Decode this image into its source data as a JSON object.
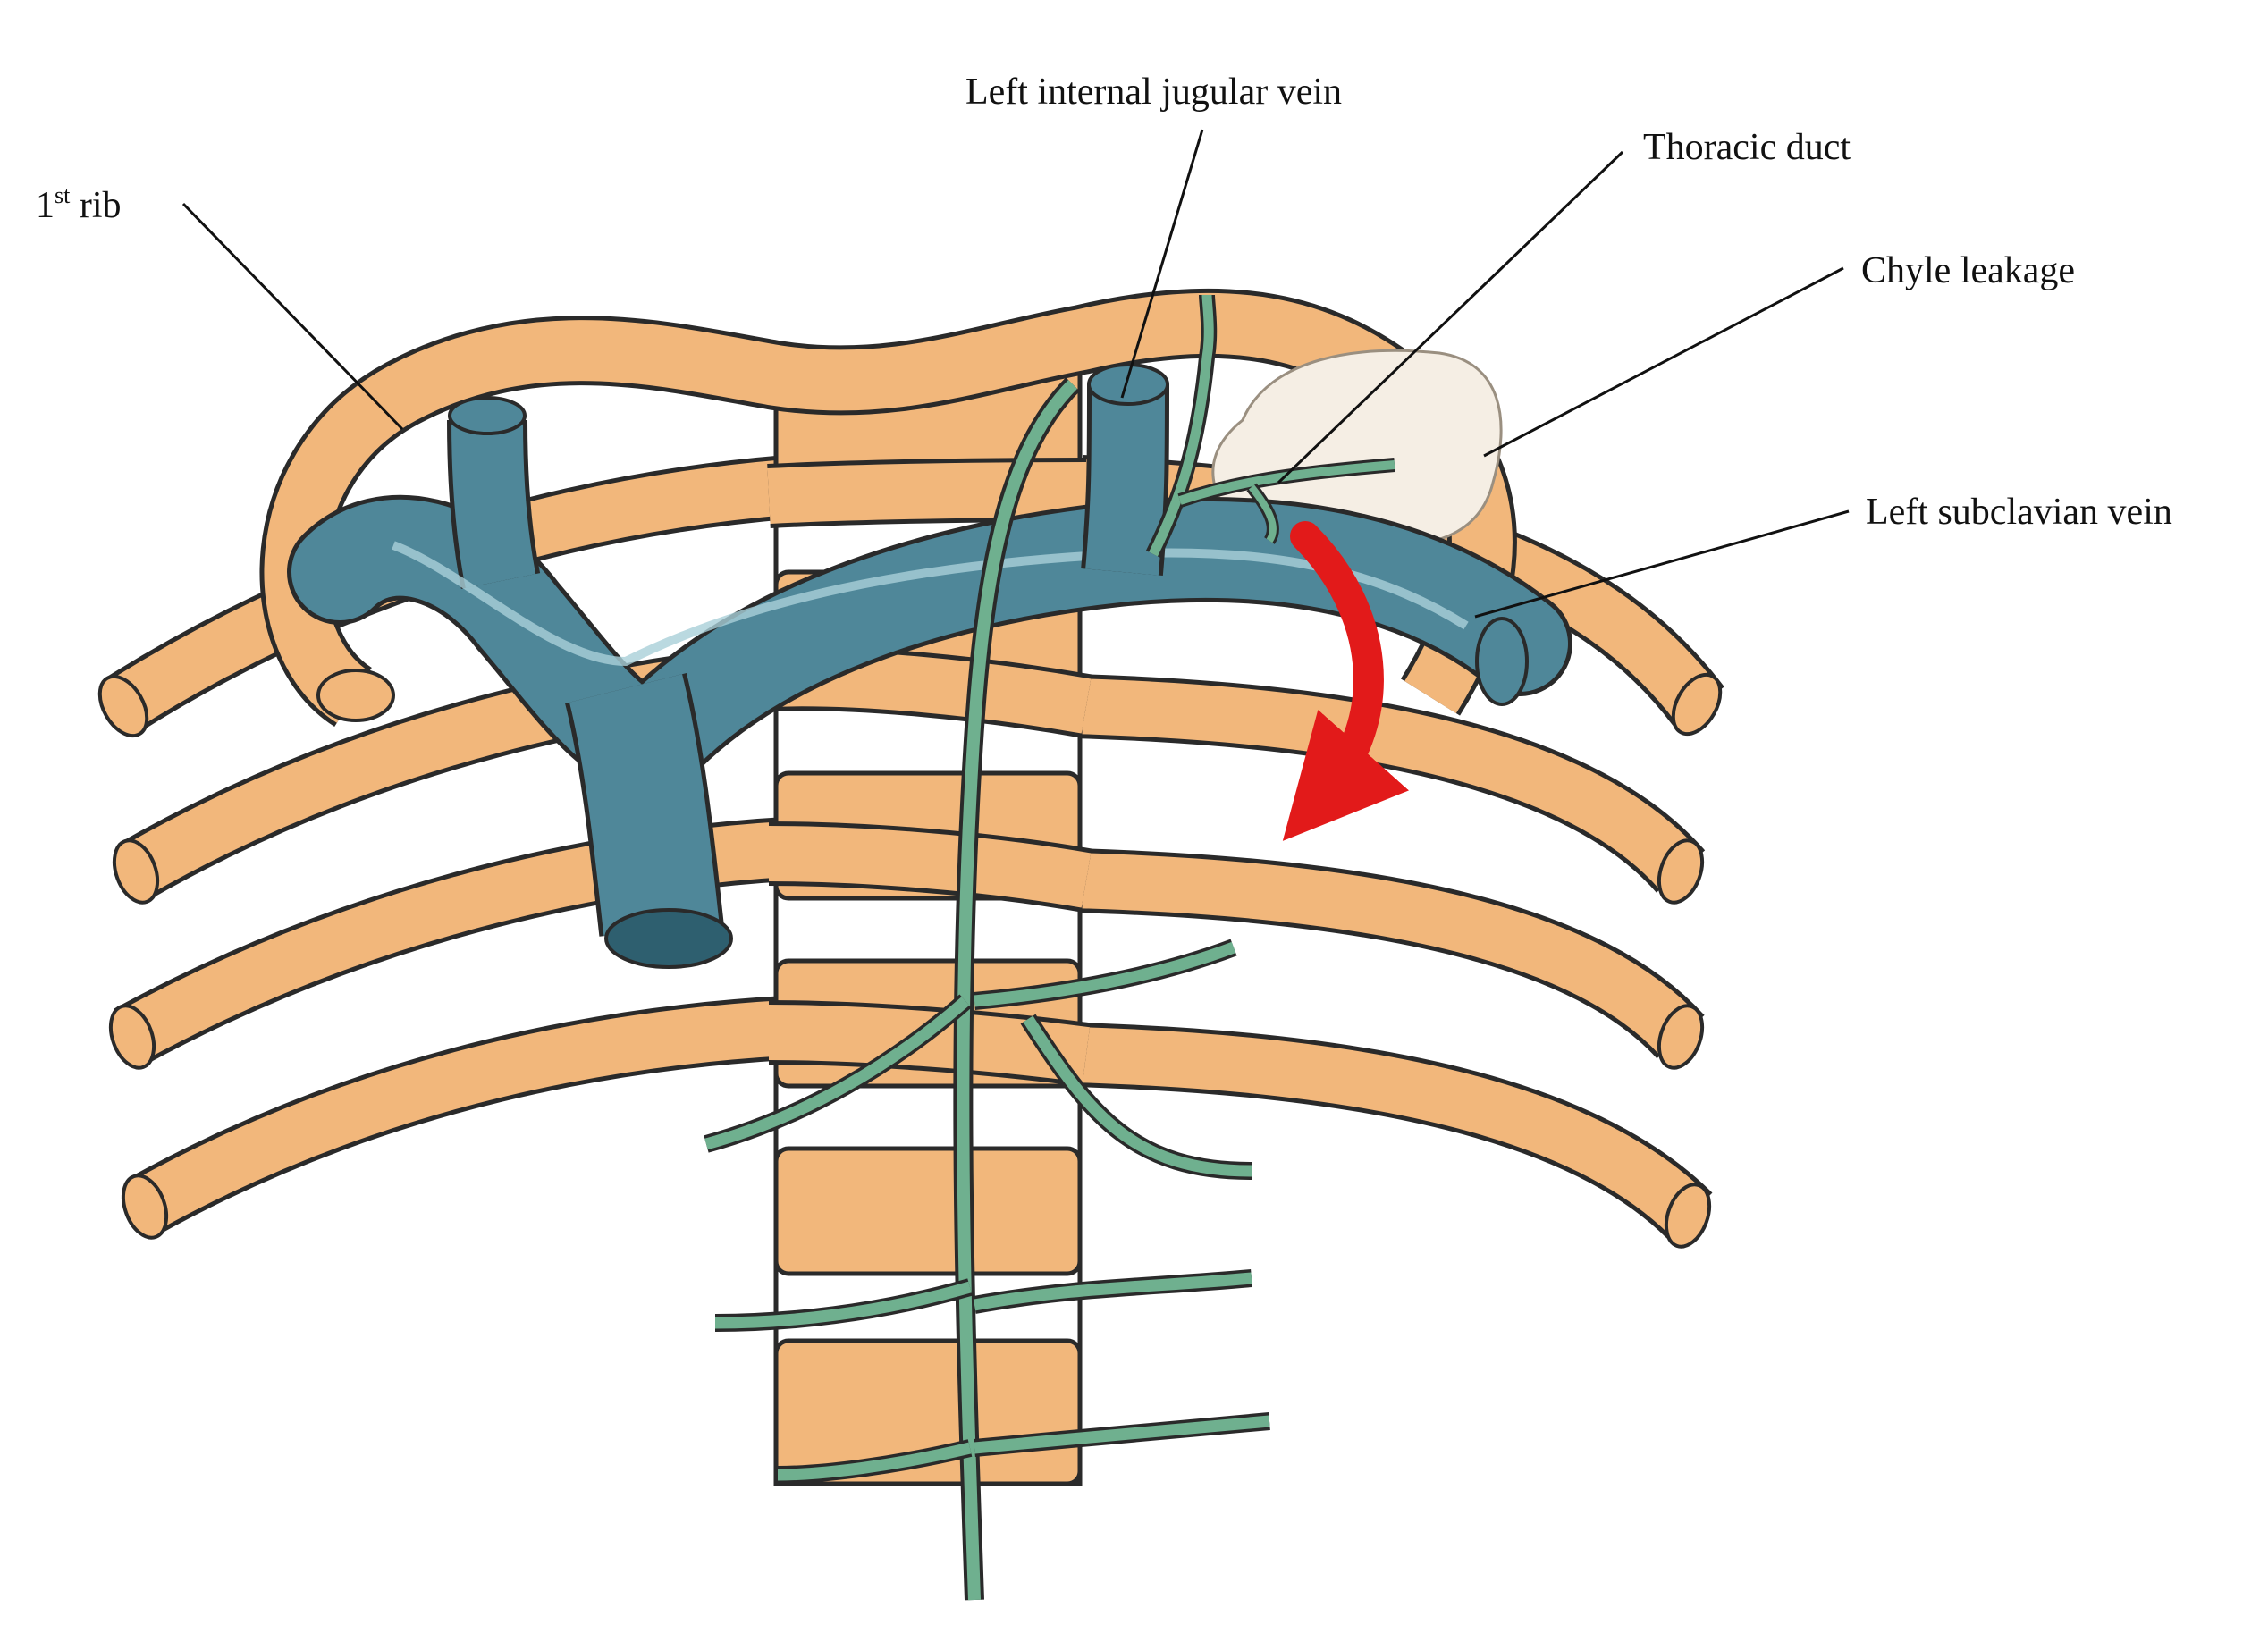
{
  "labels": {
    "first_rib_num": "1",
    "first_rib_sup": "st",
    "first_rib_rest": " rib",
    "left_internal_jugular_vein": "Left internal jugular vein",
    "thoracic_duct": "Thoracic duct",
    "chyle_leakage": "Chyle leakage",
    "left_subclavian_vein": "Left subclavian vein"
  },
  "colors": {
    "bone": "#f2b77b",
    "bone_outline": "#2a2a2a",
    "disc": "#ffffff",
    "vein": "#4f8799",
    "vein_highlight": "#a9cfd8",
    "lymph": "#6fb08f",
    "chyle": "#f5eee4",
    "arrow": "#e21a1a"
  }
}
